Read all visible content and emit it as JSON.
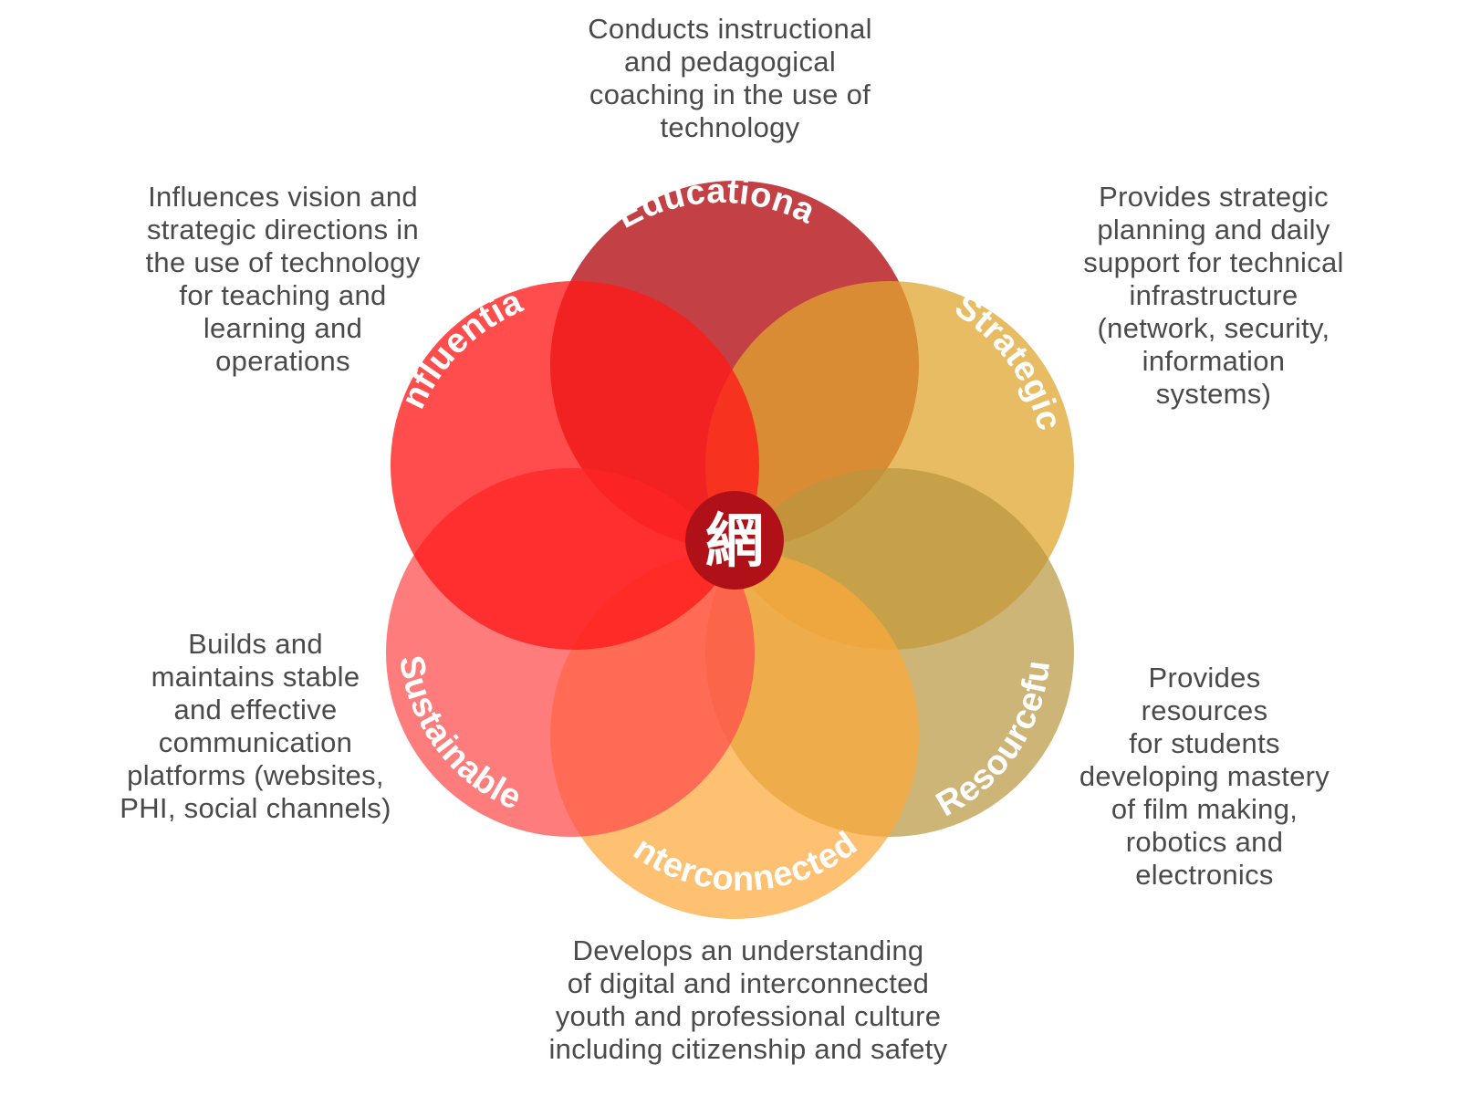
{
  "diagram": {
    "center_logo": "網",
    "petals": [
      {
        "key": "educational",
        "label": "Educational",
        "description": "Conducts instructional\nand pedagogical\ncoaching in the use of\ntechnology",
        "color": "#B81E24"
      },
      {
        "key": "strategic",
        "label": "Strategic",
        "description": "Provides strategic\nplanning and daily\nsupport for technical\ninfrastructure\n(network, security,\ninformation\nsystems)",
        "color": "#E0A52E"
      },
      {
        "key": "resourceful",
        "label": "Resourceful",
        "description": "Provides\nresources\nfor students\ndeveloping mastery\nof film making,\nrobotics and\nelectronics",
        "color": "#B8953F"
      },
      {
        "key": "interconnected",
        "label": "Interconnected",
        "description": "Develops an understanding\nof digital and interconnected\nyouth and professional culture\nincluding citizenship and safety",
        "color": "#FCA93A"
      },
      {
        "key": "sustainable",
        "label": "Sustainable",
        "description": "Builds and\nmaintains stable\nand effective\ncommunication\nplatforms (websites,\nPHI, social channels)",
        "color": "#FF4A4A"
      },
      {
        "key": "influential",
        "label": "Influential",
        "description": "Influences vision and\nstrategic directions in\nthe use of technology\nfor teaching and\nlearning and\noperations",
        "color": "#FF1A1A"
      }
    ]
  }
}
